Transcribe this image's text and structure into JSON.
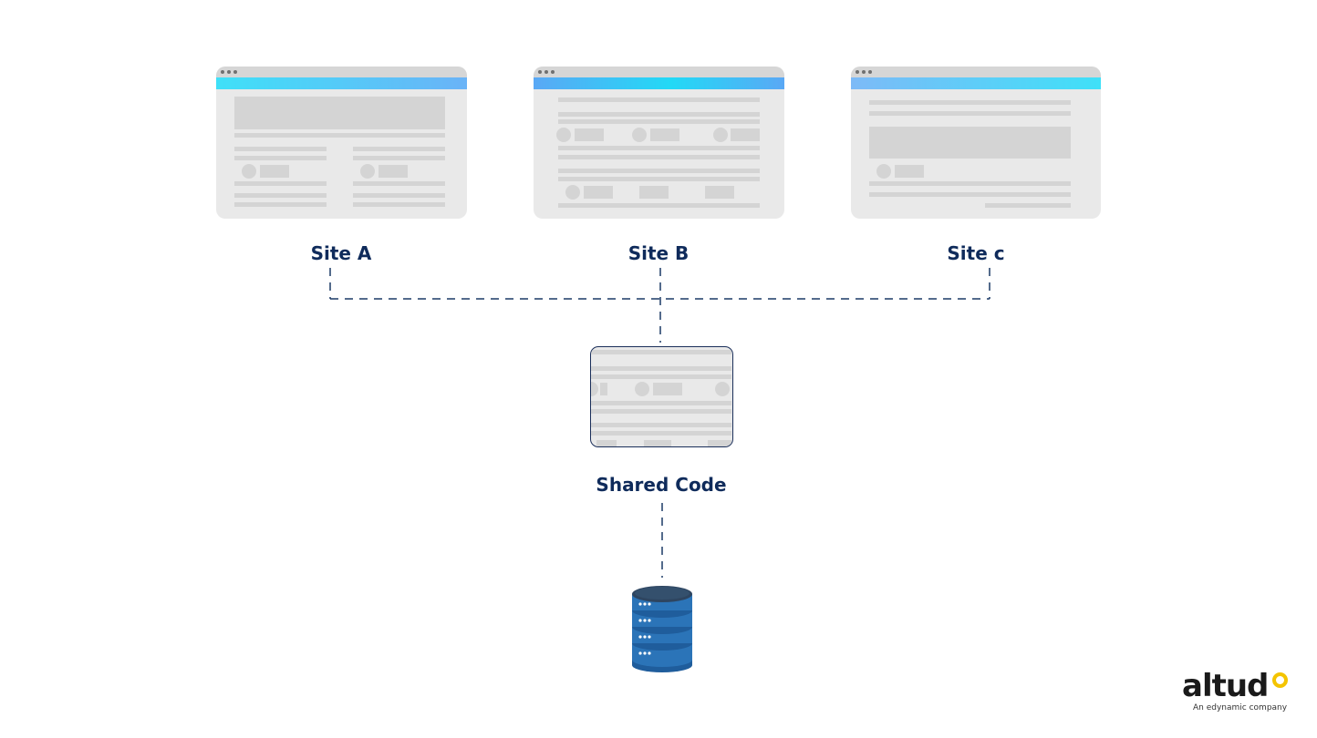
{
  "sites": [
    {
      "label": "Site A"
    },
    {
      "label": "Site B"
    },
    {
      "label": "Site c"
    }
  ],
  "shared": {
    "label": "Shared Code"
  },
  "logo": {
    "wordmark": "altud",
    "tagline": "An edynamic company"
  },
  "colors": {
    "label_text": "#0f2b5b",
    "connector": "#1b3a66",
    "mock_bg": "#e9e9e9",
    "mock_block": "#d4d4d4",
    "accent_cyan": "#22d3f5",
    "accent_blue": "#5aa8f5",
    "db_blue": "#2b74b8",
    "logo_yellow": "#f4c400"
  },
  "icons": {
    "database": "database-icon"
  }
}
